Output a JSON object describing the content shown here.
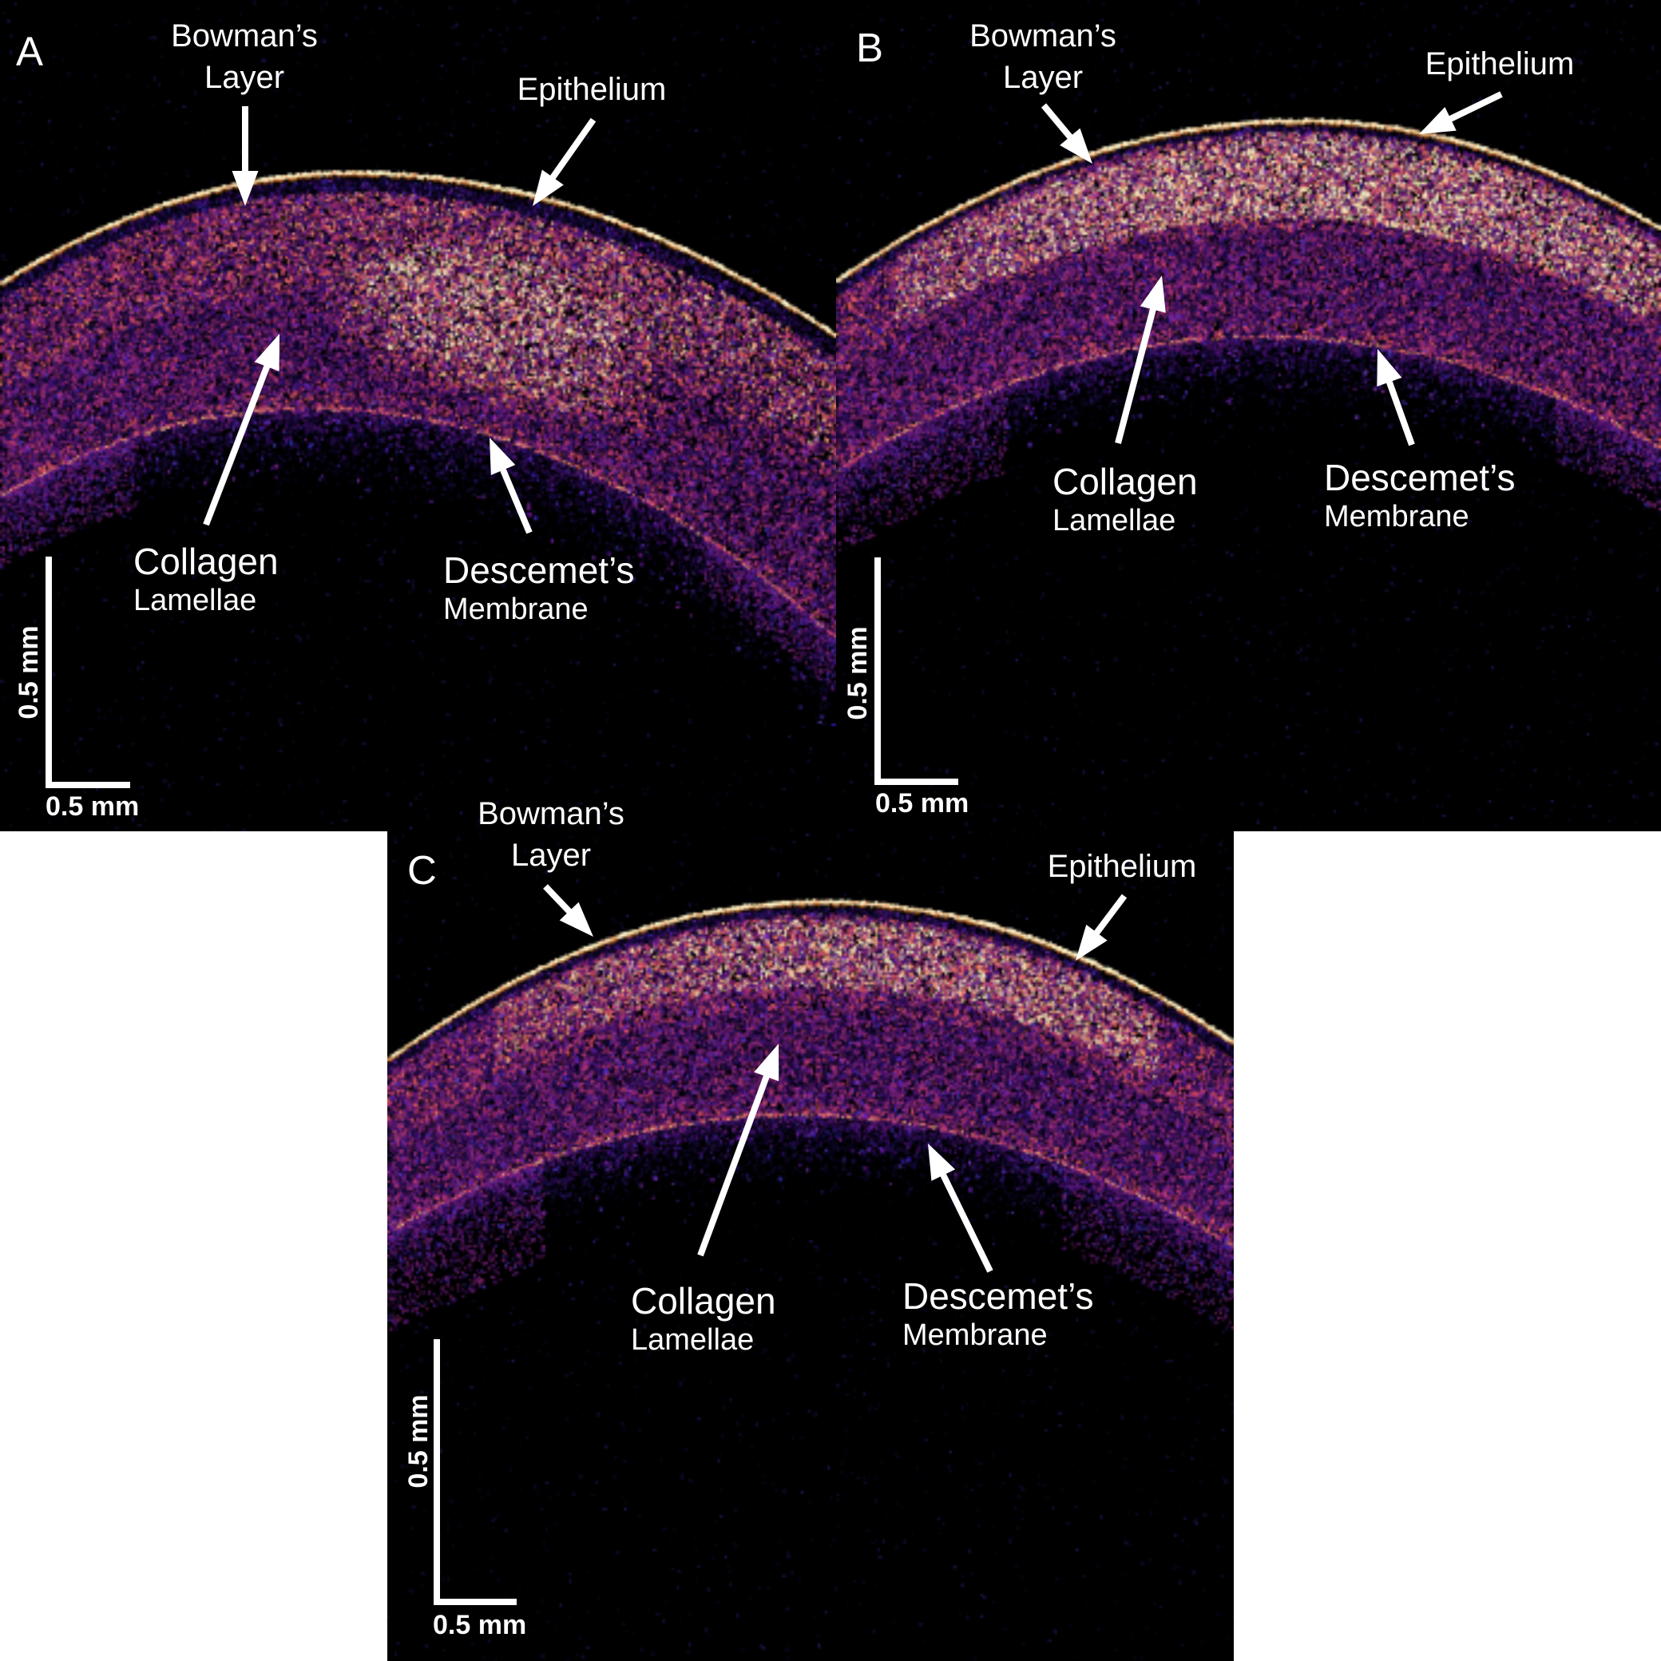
{
  "figure": {
    "title": "OCT corneal cross-section panels",
    "background_color": "#000000",
    "page_background": "#ffffff",
    "text_color": "#ffffff",
    "arrow_color": "#ffffff",
    "palette": [
      "#000004",
      "#140e36",
      "#3b0f70",
      "#641a80",
      "#8c2981",
      "#b73779",
      "#de4968",
      "#f7705c",
      "#fe9f6d",
      "#fed395",
      "#fffbc8"
    ]
  },
  "panels": [
    {
      "letter": "A",
      "labels": {
        "bowmans_line1": "Bowman’s",
        "bowmans_line2": "Layer",
        "epithelium": "Epithelium",
        "collagen_line1": "Collagen",
        "collagen_line2": "Lamellae",
        "descemets_line1": "Descemet’s",
        "descemets_line2": "Membrane"
      },
      "scale": {
        "vertical": "0.5 mm",
        "horizontal": "0.5 mm"
      }
    },
    {
      "letter": "B",
      "labels": {
        "bowmans_line1": "Bowman’s",
        "bowmans_line2": "Layer",
        "epithelium": "Epithelium",
        "collagen_line1": "Collagen",
        "collagen_line2": "Lamellae",
        "descemets_line1": "Descemet’s",
        "descemets_line2": "Membrane"
      },
      "scale": {
        "vertical": "0.5 mm",
        "horizontal": "0.5 mm"
      }
    },
    {
      "letter": "C",
      "labels": {
        "bowmans_line1": "Bowman’s",
        "bowmans_line2": "Layer",
        "epithelium": "Epithelium",
        "collagen_line1": "Collagen",
        "collagen_line2": "Lamellae",
        "descemets_line1": "Descemet’s",
        "descemets_line2": "Membrane"
      },
      "scale": {
        "vertical": "0.5 mm",
        "horizontal": "0.5 mm"
      }
    }
  ]
}
